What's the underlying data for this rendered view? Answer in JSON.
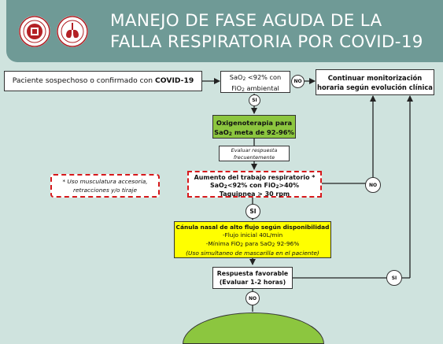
{
  "header": {
    "title_line1": "MANEJO DE FASE AGUDA DE LA",
    "title_line2": "FALLA RESPIRATORIA POR COVID-19"
  },
  "flow": {
    "patient": {
      "label": "Paciente sospechoso o confirmado con",
      "label_bold": "COVID-19"
    },
    "sao2_check": {
      "line1": "SaO",
      "line1_sub": "2",
      "line1_rest": " <92% con",
      "line2": "FiO",
      "line2_sub": "2",
      "line2_rest": " ambiental"
    },
    "no_1": "NO",
    "monitoring": {
      "line1": "Continuar monitorización",
      "line2": "horaria según evolución clínica"
    },
    "si_1": "SI",
    "oxygen_therapy": {
      "line1": "Oxigenoterapia para",
      "line2_a": "SaO",
      "line2_sub": "2",
      "line2_b": " meta de 92-96%"
    },
    "evaluate": {
      "line1": "Evaluar respuesta",
      "line2": "frecuentemente"
    },
    "accessory_note": {
      "line1": "* Uso musculatura accesoria,",
      "line2": "retracciones y/o tiraje"
    },
    "work_increase": {
      "line1": "Aumento del trabajo respiratorio  *",
      "line2_a": "SaO",
      "line2_sub1": "2",
      "line2_b": "<92% con FiO",
      "line2_sub2": "2",
      "line2_c": ">40%",
      "line3": "Taquipnea > 30 rpm"
    },
    "no_2": "NO",
    "si_2": "SI",
    "hfnc": {
      "line1": "Cánula nasal de alto flujo según disponibilidad",
      "line2": "-Flujo inicial 40L/min",
      "line3_a": "-Mínima FiO",
      "line3_sub1": "2",
      "line3_b": "  para  SaO",
      "line3_sub2": "2",
      "line3_c": "  92-96%",
      "line4": "(Uso simultaneo de mascarilla en el paciente)"
    },
    "favorable": {
      "line1": "Respuesta favorable",
      "line2": "(Evaluar 1-2 horas)"
    },
    "si_3": "SI",
    "no_3": "NO"
  },
  "colors": {
    "background": "#cfe3de",
    "header": "#6f9a96",
    "oxygen_box": "#8cc63f",
    "hfnc_box": "#ffff00",
    "dashed_border": "#d7191c",
    "logo_red": "#b32025",
    "bottom_green": "#8cc63f"
  },
  "icons": [
    "university-seal-logo",
    "lungs-logo"
  ]
}
